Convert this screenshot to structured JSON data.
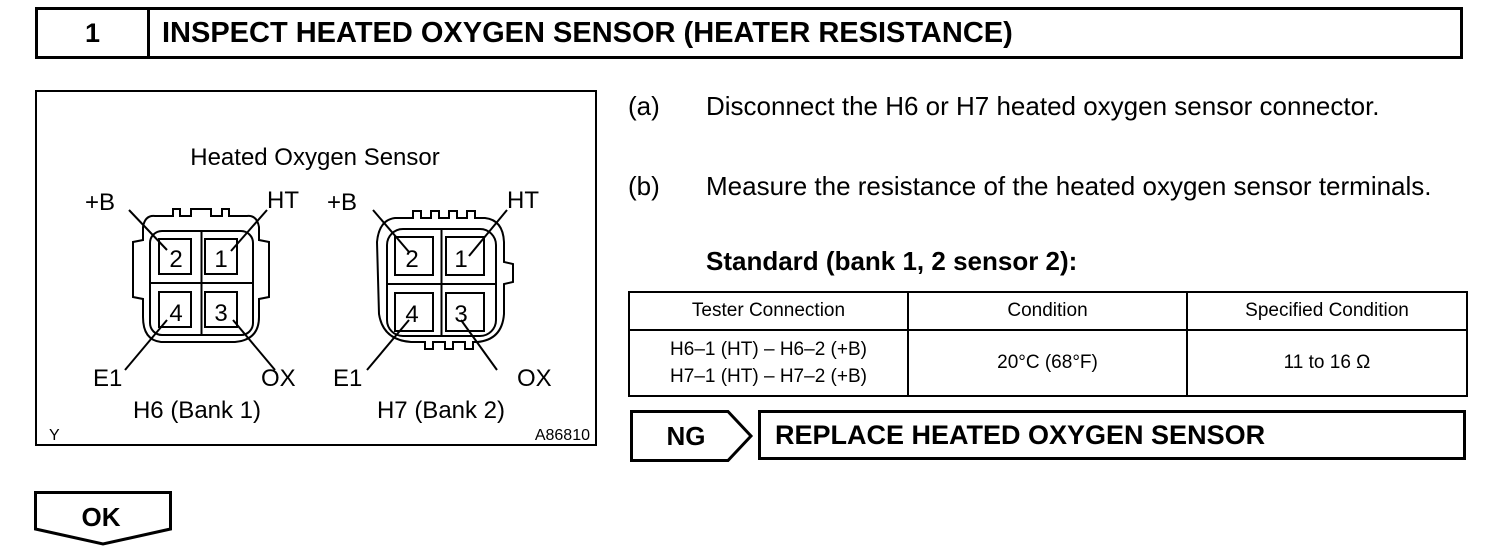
{
  "step": {
    "number": "1",
    "title": "INSPECT HEATED OXYGEN SENSOR (HEATER RESISTANCE)"
  },
  "figure": {
    "title": "Heated Oxygen Sensor",
    "h6": {
      "label": "H6 (Bank 1)",
      "pins": [
        "2",
        "1",
        "4",
        "3"
      ],
      "top_left": "+B",
      "top_right": "HT",
      "bottom_left": "E1",
      "bottom_right": "OX"
    },
    "h7": {
      "label": "H7 (Bank 2)",
      "pins": [
        "2",
        "1",
        "4",
        "3"
      ],
      "top_left": "+B",
      "top_right": "HT",
      "bottom_left": "E1",
      "bottom_right": "OX"
    },
    "corner_left": "Y",
    "corner_right": "A86810"
  },
  "instructions": [
    {
      "label": "(a)",
      "text": "Disconnect the H6 or H7 heated oxygen sensor connector."
    },
    {
      "label": "(b)",
      "text": "Measure the resistance of the heated oxygen sensor terminals."
    }
  ],
  "standard_title": "Standard (bank 1, 2 sensor 2):",
  "table": {
    "headers": [
      "Tester Connection",
      "Condition",
      "Specified Condition"
    ],
    "row": {
      "connection_1": "H6–1 (HT) – H6–2 (+B)",
      "connection_2": "H7–1 (HT) – H7–2 (+B)",
      "condition": "20°C (68°F)",
      "specified": "11 to 16 Ω"
    }
  },
  "ng": {
    "tag": "NG",
    "action": "REPLACE HEATED OXYGEN SENSOR"
  },
  "ok": {
    "tag": "OK"
  }
}
